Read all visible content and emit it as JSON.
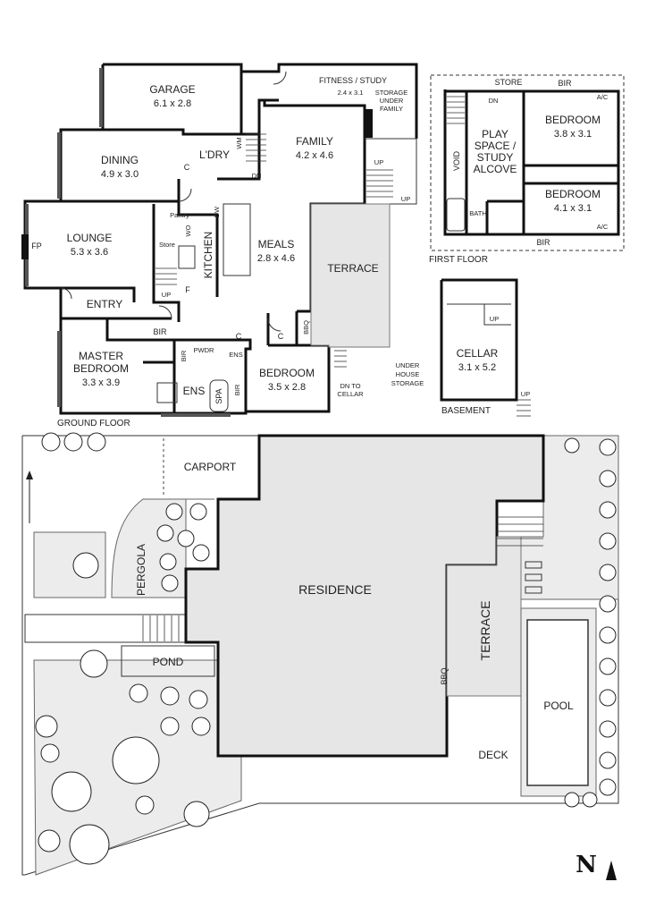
{
  "ground_floor": {
    "floor_label": "GROUND FLOOR",
    "rooms": {
      "garage": {
        "name": "GARAGE",
        "dim": "6.1 x 2.8"
      },
      "fitness": {
        "name": "FITNESS / STUDY",
        "dim": "2.4 x 3.1"
      },
      "storage_under_family": {
        "line1": "STORAGE",
        "line2": "UNDER",
        "line3": "FAMILY"
      },
      "dining": {
        "name": "DINING",
        "dim": "4.9 x 3.0"
      },
      "laundry": {
        "name": "L'DRY"
      },
      "family": {
        "name": "FAMILY",
        "dim": "4.2 x 4.6"
      },
      "lounge": {
        "name": "LOUNGE",
        "dim": "5.3 x 3.6"
      },
      "kitchen": {
        "name": "KITCHEN"
      },
      "meals": {
        "name": "MEALS",
        "dim": "2.8 x 4.6"
      },
      "terrace": {
        "name": "TERRACE"
      },
      "entry": {
        "name": "ENTRY"
      },
      "master": {
        "line1": "MASTER",
        "line2": "BEDROOM",
        "dim": "3.3 x 3.9"
      },
      "ens": {
        "name": "ENS"
      },
      "spa": {
        "name": "SPA"
      },
      "bedroom": {
        "name": "BEDROOM",
        "dim": "3.5 x 2.8"
      }
    },
    "labels": {
      "fp": "FP",
      "wm": "WM",
      "c": "C",
      "dn": "DN",
      "up": "UP",
      "pantry": "Pantry",
      "store": "Store",
      "dw": "DW",
      "wo": "WO",
      "f": "F",
      "bir": "BIR",
      "bbq": "BBQ",
      "pwdr": "PWDR",
      "ens_small": "ENS",
      "dn_to": "DN TO",
      "cellar_word": "CELLAR"
    }
  },
  "first_floor": {
    "floor_label": "FIRST FLOOR",
    "store": "STORE",
    "bir": "BIR",
    "ac": "A/C",
    "dn": "DN",
    "void": "VOID",
    "bath": "BATH",
    "play": {
      "line1": "PLAY",
      "line2": "SPACE /",
      "line3": "STUDY",
      "line4": "ALCOVE"
    },
    "bedroom1": {
      "name": "BEDROOM",
      "dim": "3.8 x 3.1"
    },
    "bedroom2": {
      "name": "BEDROOM",
      "dim": "4.1 x 3.1"
    }
  },
  "basement": {
    "floor_label": "BASEMENT",
    "cellar": {
      "name": "CELLAR",
      "dim": "3.1 x 5.2"
    },
    "under_house": {
      "line1": "UNDER",
      "line2": "HOUSE",
      "line3": "STORAGE"
    },
    "up": "UP"
  },
  "site": {
    "carport": "CARPORT",
    "pergola": "PERGOLA",
    "residence": "RESIDENCE",
    "pond": "POND",
    "terrace": "TERRACE",
    "bbq": "BBQ",
    "pool": "POOL",
    "deck": "DECK",
    "north": "N"
  }
}
